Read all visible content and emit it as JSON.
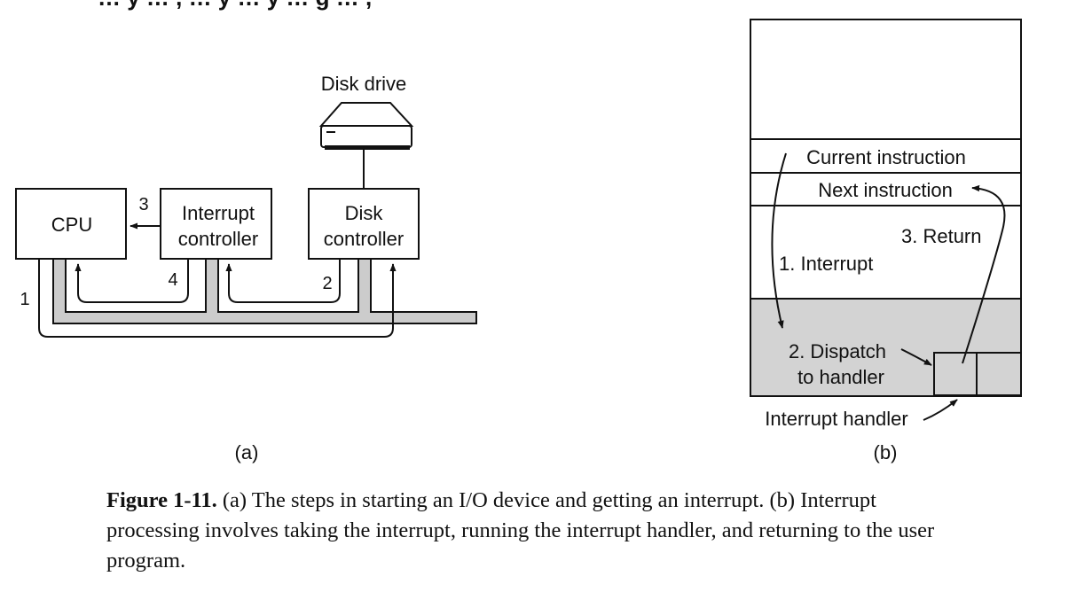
{
  "header_text_fragment": "… y … , … y … y … g … ,",
  "panel_a": {
    "label": "(a)",
    "disk_drive_label": "Disk drive",
    "cpu_label": "CPU",
    "interrupt_controller_line1": "Interrupt",
    "interrupt_controller_line2": "controller",
    "disk_controller_line1": "Disk",
    "disk_controller_line2": "controller",
    "step_1": "1",
    "step_2": "2",
    "step_3": "3",
    "step_4": "4"
  },
  "panel_b": {
    "label": "(b)",
    "current_instruction": "Current instruction",
    "next_instruction": "Next instruction",
    "interrupt_step": "1. Interrupt",
    "return_step": "3. Return",
    "dispatch_line1": "2. Dispatch",
    "dispatch_line2": "to handler",
    "interrupt_handler": "Interrupt handler"
  },
  "caption": {
    "label": "Figure 1-11.",
    "text": " (a) The steps in starting an I/O device and getting an interrupt. (b) Interrupt processing involves taking the interrupt, running the interrupt handler, and returning to the user program."
  },
  "colors": {
    "bus_fill": "#cccccc",
    "shaded_memory": "#d3d3d3",
    "line": "#111111"
  }
}
